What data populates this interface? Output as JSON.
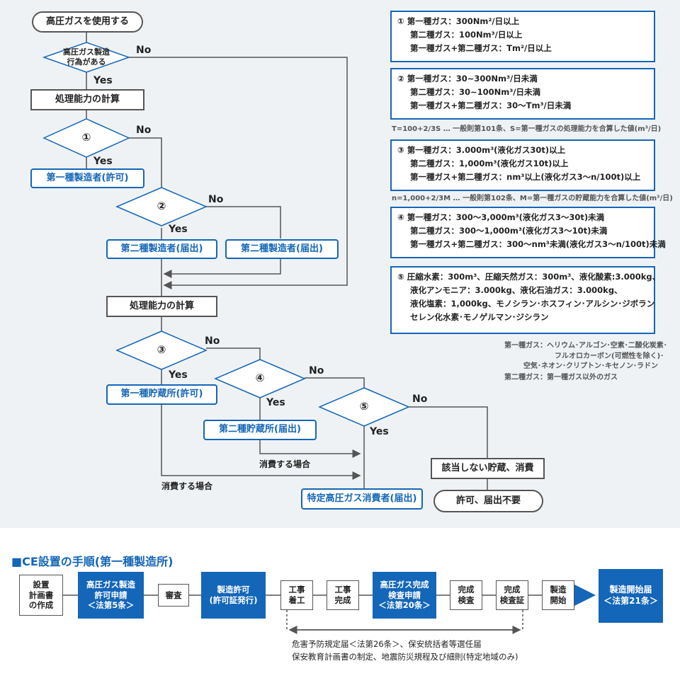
{
  "flow": {
    "start": "高圧ガスを使用する",
    "q_manufacture": "高圧ガス製造\n行為がある",
    "calc1": "処理能力の計算",
    "circle1": "①",
    "res1": "第一種製造者(許可)",
    "circle2": "②",
    "res2_yes": "第二種製造者(届出)",
    "res2_no": "第二種製造者(届出)",
    "calc2": "処理能力の計算",
    "circle3": "③",
    "res3": "第一種貯蔵所(許可)",
    "circle4": "④",
    "res4": "第二種貯蔵所(届出)",
    "circle5": "⑤",
    "res5": "特定高圧ガス消費者(届出)",
    "not_applicable": "該当しない貯蔵、消費",
    "no_permit": "許可、届出不要",
    "consume1": "消費する場合",
    "consume2": "消費する場合",
    "yes": "Yes",
    "no": "No"
  },
  "info": {
    "box1": [
      "① 第一種ガス：300Nm²/日以上",
      "第二種ガス：100Nm³/日以上",
      "第一種ガス+第二種ガス：Tm²/日以上"
    ],
    "box2": [
      "② 第一種ガス：30~300Nm³/日未満",
      "第二種ガス：30~100Nm³/日未満",
      "第一種ガス+第二種ガス：30～Tm³/日未満"
    ],
    "formula1": "T=100+2/3S … 一般則第101条、S=第一種ガスの処理能力を合算した値(m³/日)",
    "box3": [
      "③ 第一種ガス：3.000m³(液化ガス30t)以上",
      "第二種ガス：1,000m³(液化ガス10t)以上",
      "第一種ガス+第二種ガス：nm³以上(液化ガス3～n/100t)以上"
    ],
    "formula2": "n=1,000+2/3M … 一般則第102条、M=第一種ガスの貯蔵能力を合算した値(m³/日)",
    "box4": [
      "④ 第一種ガス：300～3,000m³(液化ガス3～30t)未満",
      "第二種ガス：300～1,000m³(液化ガス3～10t)未満",
      "第一種ガス+第二種ガス：300～nm³未満(液化ガス3～n/100t)未満"
    ],
    "box5": [
      "⑤ 圧縮水素：300m³、圧縮天然ガス：300m³、液化酸素:3.000kg、",
      "液化アンモニア：3.000kg、液化石油ガス：3.000kg、",
      "液化塩素：1,000kg、モノシラン･ホスフィン･アルシン･ジボラン",
      "セレン化水素･モノゲルマン･ジシラン"
    ],
    "gas_notes": [
      "第一種ガス：ヘリウム･アルゴン･空素･二酸化炭素･",
      "フルオロカーボン(可燃性を除く)･",
      "空気･ネオン･クリプトン･キセノン･ラドン",
      "第二種ガス：第一種ガス以外のガス"
    ]
  },
  "procedure": {
    "title": "■CE設置の手順(第一種製造所)",
    "steps": [
      "設置\n計画書\nの作成",
      "高圧ガス製造\n許可申請\n＜法第5条＞",
      "審査",
      "製造許可\n(許可証発行)",
      "工事\n着工",
      "工事\n完成",
      "高圧ガス完成\n検査申請\n＜法第20条＞",
      "完成\n検査",
      "完成\n検査証",
      "製造\n開始",
      "製造開始届\n＜法第21条＞"
    ],
    "note": [
      "危害予防規定届＜法第26条＞、保安統括者等選任届",
      "保安教育計画書の制定、地震防災規程及び細則(特定地域のみ)"
    ]
  },
  "colors": {
    "accent": "#1466b8",
    "background": "#eff2f5",
    "line": "#555555"
  }
}
